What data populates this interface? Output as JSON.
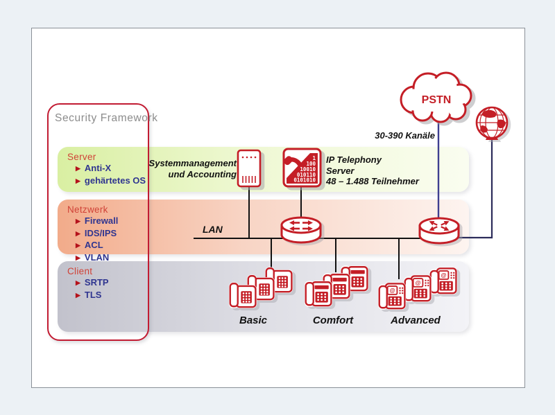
{
  "colors": {
    "accent_red": "#c41e26",
    "navy_item_text": "#2f3590",
    "band_title_red": "#d04237",
    "pstn_line_blue": "#3e3e90",
    "internet_line_navy": "#2b2b5a",
    "lan_line_black": "#111111",
    "server_band_green": "#d9efa2",
    "netzwerk_band_salmon": "#f2ab8a",
    "client_band_gray": "#c2c2cc"
  },
  "security_framework": {
    "label": "Security Framework"
  },
  "bands": {
    "server": {
      "title": "Server",
      "items": [
        "Anti-X",
        "gehärtetes OS"
      ]
    },
    "netzwerk": {
      "title": "Netzwerk",
      "items": [
        "Firewall",
        "IDS/IPS",
        "ACL",
        "VLAN"
      ]
    },
    "client": {
      "title": "Client",
      "items": [
        "SRTP",
        "TLS"
      ]
    }
  },
  "icons": {
    "bullet": "▶",
    "at_glyph": "@",
    "iptel_digits": [
      "1",
      "100",
      "10010",
      "010110",
      "0101010"
    ]
  },
  "diagram": {
    "sysmgmt": {
      "line1": "Systemmanagement",
      "line2": "und Accounting"
    },
    "iptel": {
      "line1": "IP Telephony",
      "line2": "Server",
      "line3": "48 – 1.488 Teilnehmer"
    },
    "lan_label": "LAN",
    "pstn_label": "PSTN",
    "kanaele_label": "30-390 Kanäle",
    "phone_groups": [
      {
        "label": "Basic"
      },
      {
        "label": "Comfort"
      },
      {
        "label": "Advanced"
      }
    ]
  }
}
